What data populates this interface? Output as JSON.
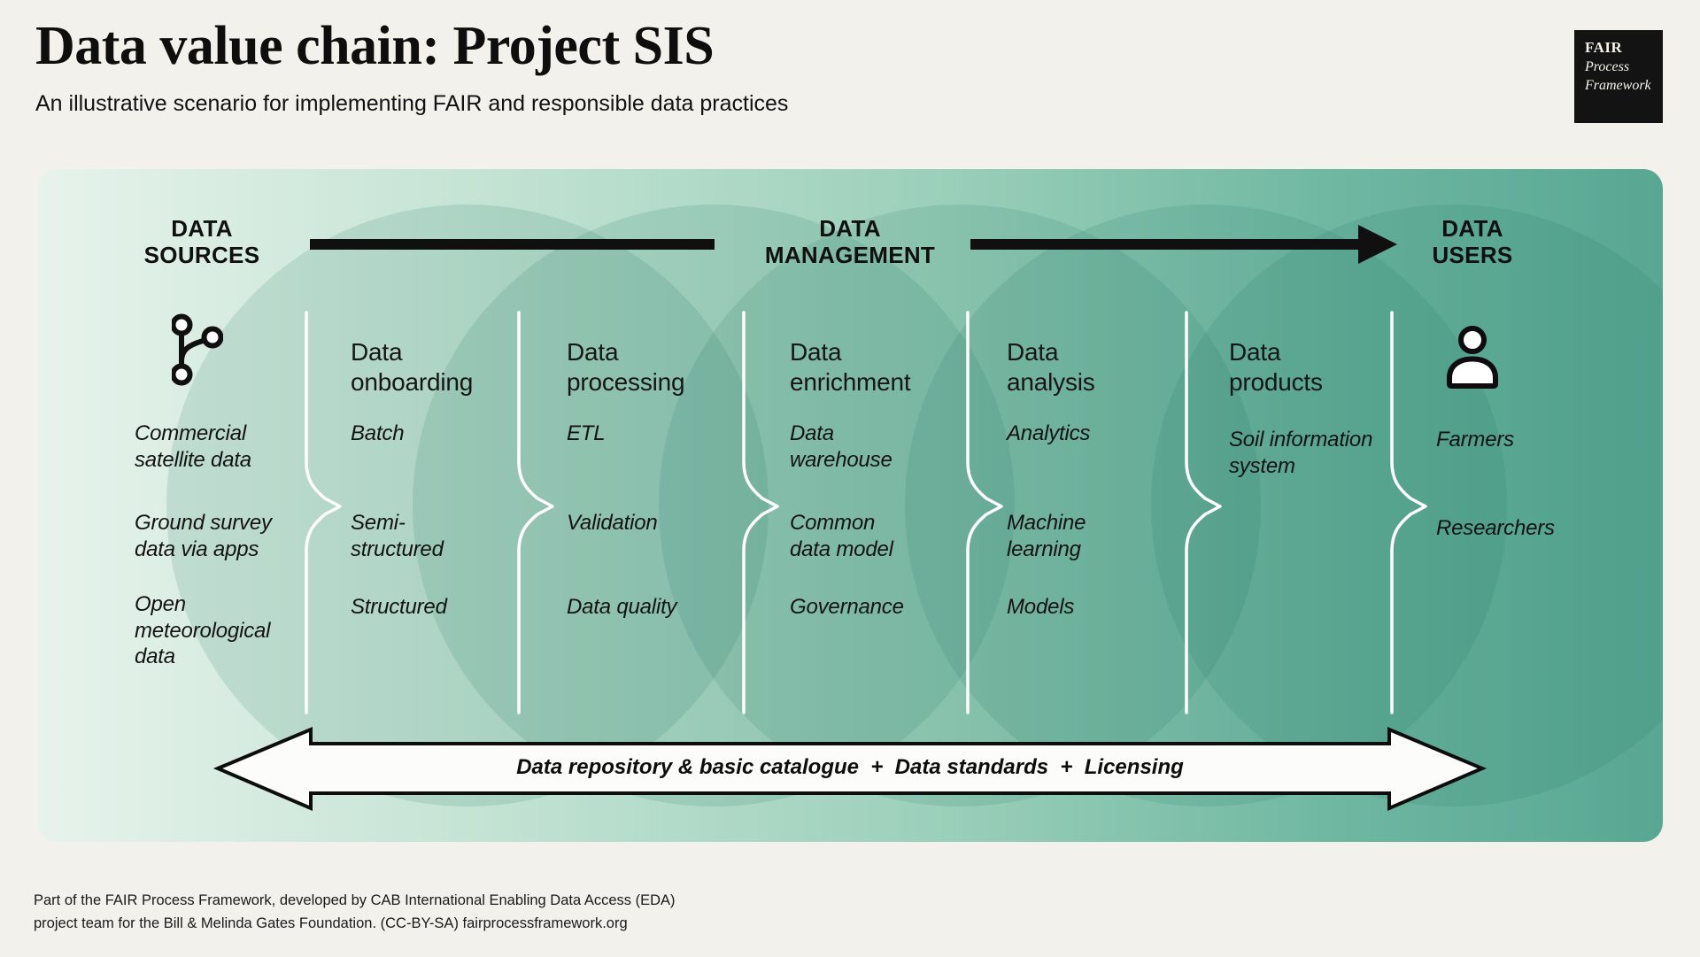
{
  "page": {
    "title": "Data value chain: Project SIS",
    "subtitle": "An illustrative scenario for implementing FAIR and responsible data practices"
  },
  "logo": {
    "line1": "FAIR",
    "line2": "Process",
    "line3": "Framework"
  },
  "flow": {
    "sources_label": {
      "line1": "DATA",
      "line2": "SOURCES"
    },
    "management_label": {
      "line1": "DATA",
      "line2": "MANAGEMENT"
    },
    "users_label": {
      "line1": "DATA",
      "line2": "USERS"
    }
  },
  "columns": {
    "sources": {
      "icon": "git-branch-icon",
      "items": [
        "Commercial\nsatellite data",
        "Ground survey\ndata via apps",
        "Open\nmeteorological\ndata"
      ]
    },
    "stages": [
      {
        "title": "Data\nonboarding",
        "items": [
          "Batch",
          "Semi-\nstructured",
          "Structured"
        ]
      },
      {
        "title": "Data\nprocessing",
        "items": [
          "ETL",
          "Validation",
          "Data quality"
        ]
      },
      {
        "title": "Data\nenrichment",
        "items": [
          "Data\nwarehouse",
          "Common\ndata model",
          "Governance"
        ]
      },
      {
        "title": "Data\nanalysis",
        "items": [
          "Analytics",
          "Machine\nlearning",
          "Models"
        ]
      },
      {
        "title": "Data\nproducts",
        "items": [
          "Soil information\nsystem"
        ]
      }
    ],
    "users": {
      "icon": "person-icon",
      "items": [
        "Farmers",
        "Researchers"
      ]
    }
  },
  "bottom_banner": {
    "text": "Data repository & basic catalogue  +  Data standards  +  Licensing"
  },
  "footer": {
    "line1": "Part of the FAIR Process Framework, developed by CAB International Enabling Data Access (EDA)",
    "line2": "project team for the Bill & Melinda Gates Foundation. (CC-BY-SA) fairprocessframework.org"
  },
  "colors": {
    "page_bg": "#f2f1ec",
    "ink": "#141414",
    "panel_grad_left": "#e7f3ec",
    "panel_grad_mid": "#9cd0bb",
    "panel_grad_right": "#58a793",
    "circle_tint": "rgba(31,122,102,0.15)",
    "separator_white": "#ffffff",
    "banner_fill": "#fcfcfa",
    "logo_bg": "#131313",
    "logo_fg": "#f6f3ed"
  }
}
